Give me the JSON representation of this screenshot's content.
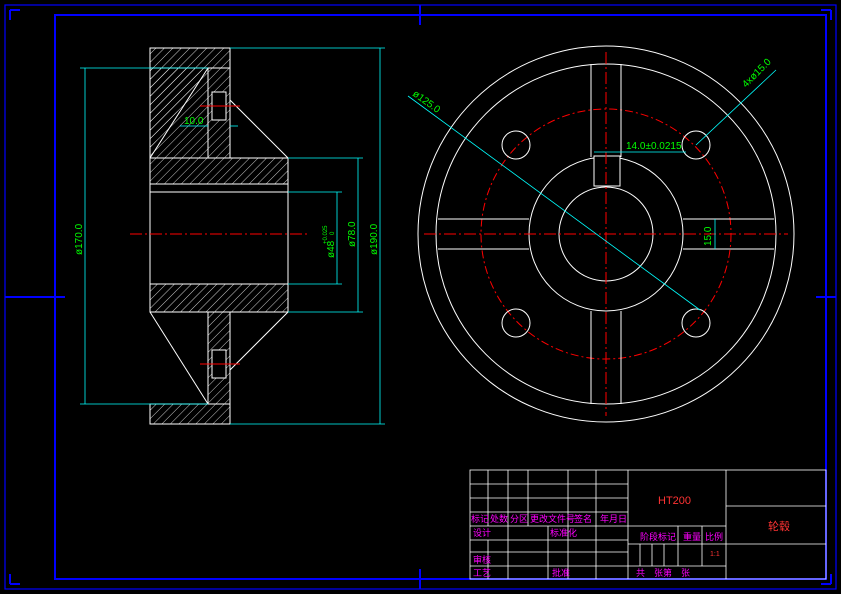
{
  "drawing": {
    "dimensions": {
      "overall_dia_170": "ø170.0",
      "hub_dia_190": "ø190.0",
      "bore_dia_78": "ø78.0",
      "bore_dia_48": "ø48",
      "bore_tol": "+0.025",
      "bore_tol_base": "0",
      "web_thickness": "10.0",
      "pcd_125": "ø125.0",
      "holes_4x15": "4xø15.0",
      "keyway_width": "14.0±0.0215",
      "keyway_depth": "15.0"
    },
    "title_block": {
      "material": "HT200",
      "part_name": "轮毂",
      "labels": {
        "mark": "标记",
        "count": "处数",
        "zone": "分区",
        "change_doc": "更改文件号",
        "signature": "签名",
        "date": "年月日",
        "design": "设计",
        "standardize": "标准化",
        "stage_mark": "阶段标记",
        "weight": "重量",
        "scale": "比例",
        "check": "审核",
        "process": "工艺",
        "approve": "批准",
        "sheets": "共　张第　张",
        "scale_value": "1:1"
      }
    },
    "colors": {
      "border": "#0000ff",
      "geometry": "#ffffff",
      "dimension": "#00ffff",
      "dim_text": "#00ff00",
      "centerline": "#ff0000",
      "title_label": "#ff00ff"
    }
  }
}
